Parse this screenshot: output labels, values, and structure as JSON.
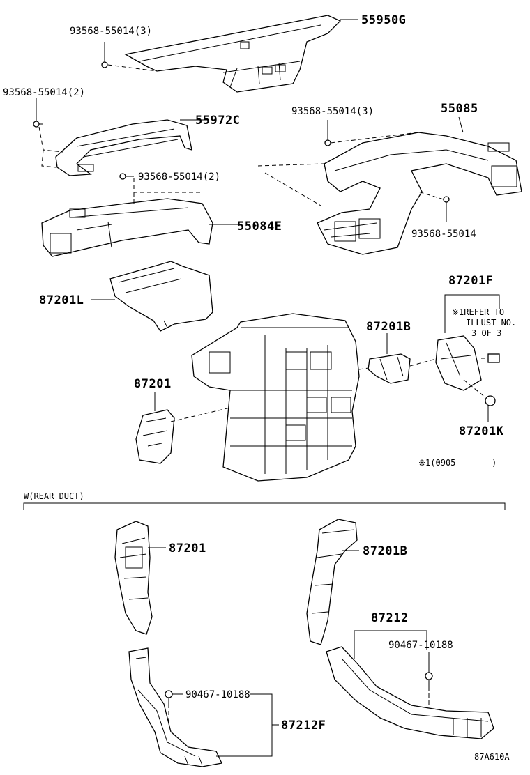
{
  "labels": {
    "p55950G": "55950G",
    "c93568_3a": "93568-55014(3)",
    "c93568_2a": "93568-55014(2)",
    "p55972C": "55972C",
    "c93568_3b": "93568-55014(3)",
    "p55085": "55085",
    "c93568_2b": "93568-55014(2)",
    "p55084E": "55084E",
    "c93568": "93568-55014",
    "p87201L": "87201L",
    "p87201F": "87201F",
    "note1": "※1REFER TO",
    "note2": "ILLUST NO.",
    "note3": "3 OF 3",
    "p87201B_top": "87201B",
    "p87201_top": "87201",
    "p87201K": "87201K",
    "prodnote": "※1(0905-",
    "section": "W(REAR DUCT)",
    "p87201_bot": "87201",
    "p87201B_bot": "87201B",
    "p87212": "87212",
    "c90467_a": "90467-10188",
    "c90467_b": "90467-10188",
    "p87212F": "87212F",
    "figure_id": "87A610A"
  }
}
